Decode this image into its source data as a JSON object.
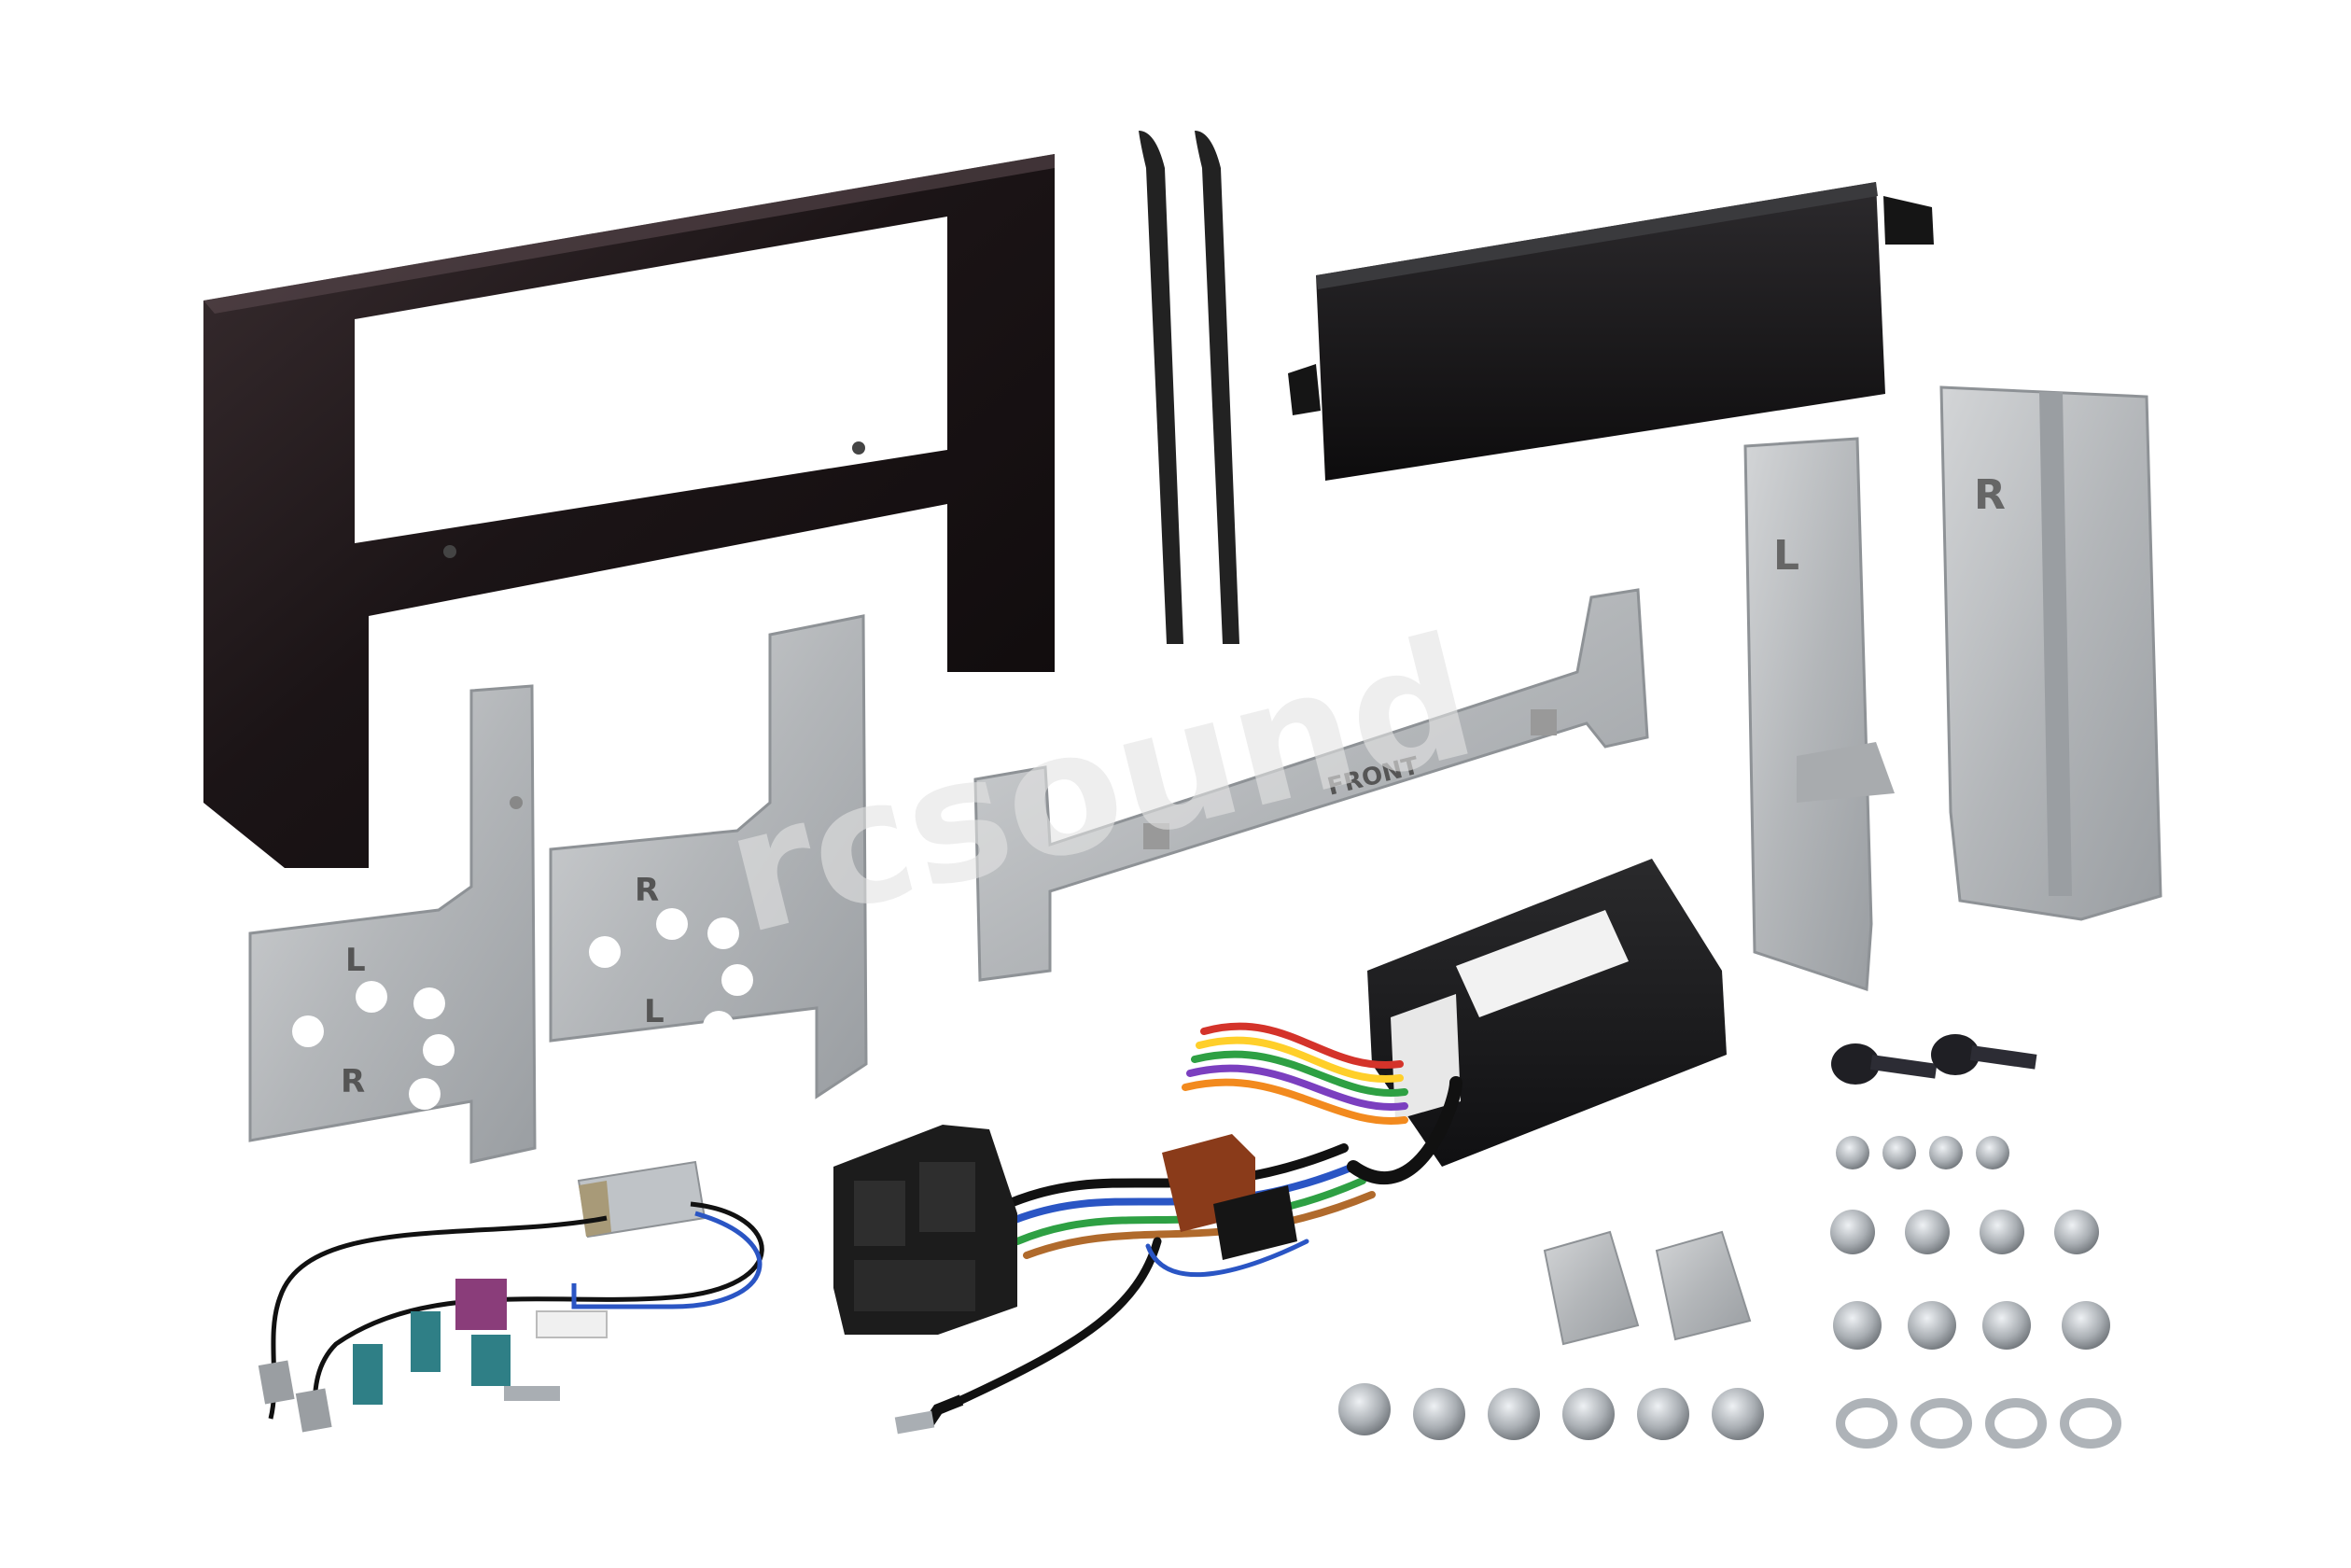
{
  "labels": {
    "left_plate_top": "L",
    "left_plate_bottom": "R",
    "right_plate_top": "R",
    "right_plate_bottom": "L",
    "crossbar": "FRONT",
    "side_bracket_left": "L",
    "side_bracket_right": "R"
  },
  "watermark": "rcsound",
  "colors": {
    "background": "#ffffff",
    "fascia": "#1b1416",
    "metal": "#b9bcbf",
    "metal_dark": "#8e9296",
    "cable_blue": "#2a55c4",
    "fakra_violet": "#8a3d7a",
    "fakra_teal": "#2f7f86"
  }
}
